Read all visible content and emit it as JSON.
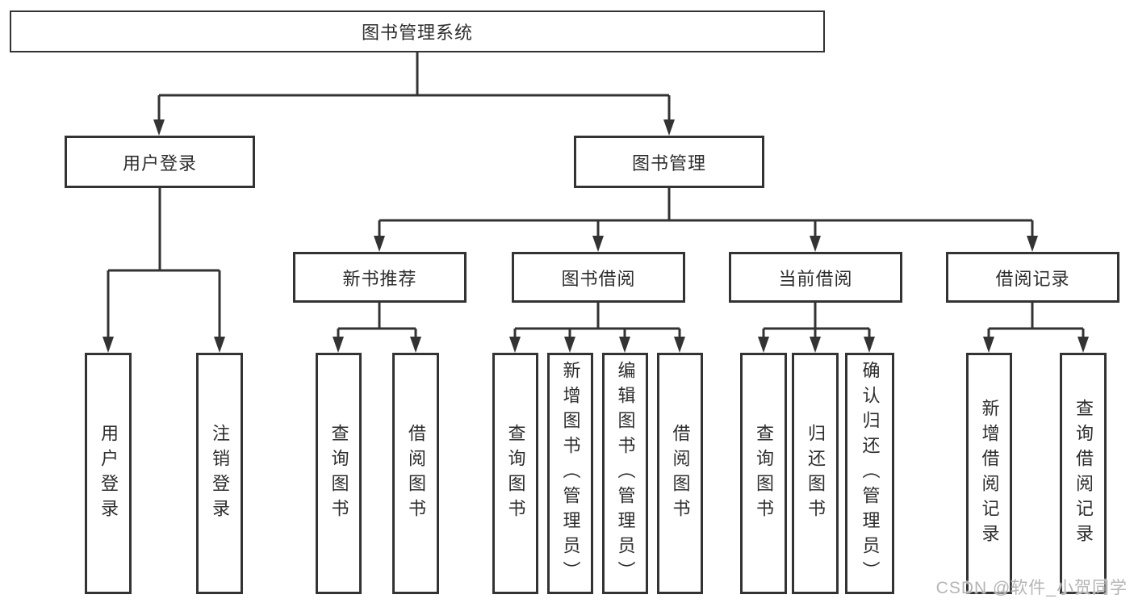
{
  "diagram": {
    "title": "图书管理系统",
    "level2": [
      "用户登录",
      "图书管理"
    ],
    "level3": [
      "新书推荐",
      "图书借阅",
      "当前借阅",
      "借阅记录"
    ],
    "leaves": [
      [
        "用户登录",
        "注销登录"
      ],
      [
        "查询图书",
        "借阅图书"
      ],
      [
        "查询图书",
        "新增图书（管理员）",
        "编辑图书（管理员）",
        "借阅图书"
      ],
      [
        "查询图书",
        "归还图书",
        "确认归还（管理员）"
      ],
      [
        "新增借阅记录",
        "查询借阅记录"
      ]
    ]
  },
  "watermark": {
    "text": "CSDN @软件_小贺同学"
  },
  "colors": {
    "line": "#333333",
    "box_border": "#333333",
    "box_fill": "#ffffff",
    "text": "#2d2d2d",
    "background": "#ffffff",
    "watermark_text": "#b5b5b5"
  }
}
